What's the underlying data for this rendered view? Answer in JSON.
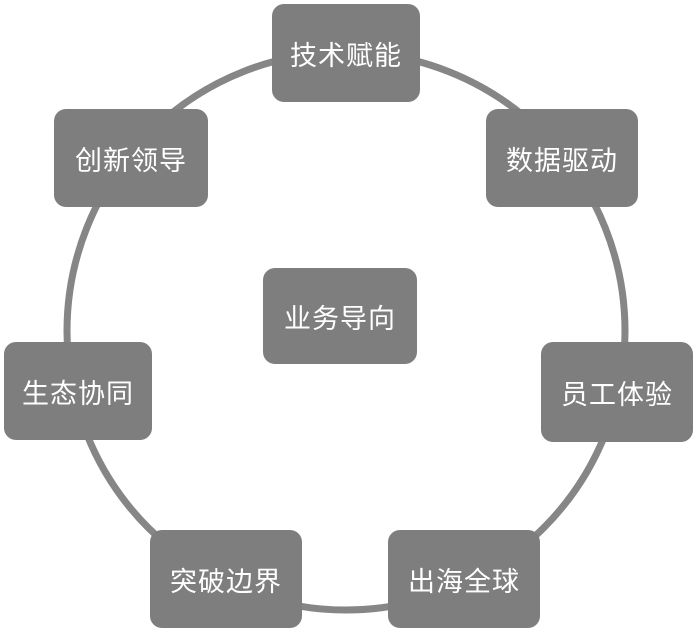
{
  "diagram": {
    "center": {
      "label": "业务导向"
    },
    "nodes": [
      {
        "id": "tech",
        "label": "技术赋能"
      },
      {
        "id": "data",
        "label": "数据驱动"
      },
      {
        "id": "emp",
        "label": "员工体验"
      },
      {
        "id": "sea",
        "label": "出海全球"
      },
      {
        "id": "break",
        "label": "突破边界"
      },
      {
        "id": "eco",
        "label": "生态协同"
      },
      {
        "id": "innov",
        "label": "创新领导"
      }
    ]
  },
  "colors": {
    "node_fill": "#7f7e7e",
    "ring_stroke": "#878686",
    "label_text": "#ffffff",
    "background": "#ffffff"
  }
}
